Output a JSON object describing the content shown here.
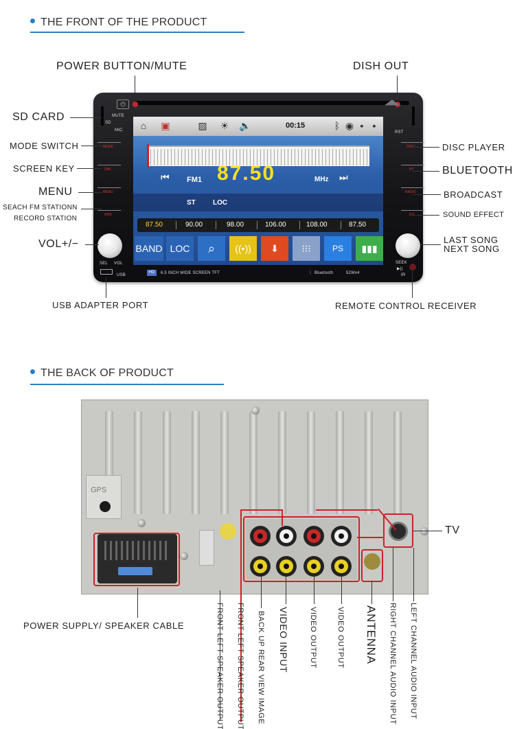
{
  "front": {
    "section_title": "THE FRONT OF THE PRODUCT",
    "labels": {
      "power_button_mute": "POWER BUTTON/MUTE",
      "dish_out": "DISH OUT",
      "sd_card": "SD CARD",
      "mode_switch": "MODE SWITCH",
      "screen_key": "SCREEN KEY",
      "menu": "MENU",
      "search_fm_line1": "SEACH FM STATIONN",
      "search_fm_line2": "RECORD STATION",
      "vol": "VOL+/−",
      "usb_adapter_port": "USB ADAPTER PORT",
      "disc_player": "DISC PLAYER",
      "bluetooth": "BLUETOOTH",
      "broadcast": "BROADCAST",
      "sound_effect": "SOUND EFFECT",
      "last_song": "LAST SONG",
      "next_song": "NEXT SONG",
      "remote_control_receiver": "REMOTE CONTROL RECEIVER"
    },
    "device": {
      "mute": "MUTE",
      "sd": "SD",
      "mic": "MIC",
      "rst": "RST",
      "keys_left": [
        "MODE",
        "DIM",
        "MENU",
        "AMS"
      ],
      "keys_right": [
        "DISC",
        "BT",
        "RADIO",
        "EQ"
      ],
      "sel": "SEL",
      "vol": "VOL",
      "usb": "USB",
      "hd": "HD",
      "screen_desc": "6.5 INCH WIDE SCREEN TFT",
      "bt_label": "Bluetooth",
      "power": "52Wx4",
      "seek": "SEEK",
      "seek_glyph": "▶||",
      "ir": "IR"
    },
    "screen": {
      "time": "00:15",
      "band": "FM1",
      "frequency": "87.50",
      "unit": "MHz",
      "st": "ST",
      "loc": "LOC",
      "presets": [
        "87.50",
        "90.00",
        "98.00",
        "106.00",
        "108.00",
        "87.50"
      ],
      "buttons": {
        "band": "BAND",
        "loc": "LOC",
        "ps": "PS"
      }
    }
  },
  "back": {
    "section_title": "THE BACK OF PRODUCT",
    "gps": "GPS",
    "labels": {
      "tv": "TV",
      "power_supply": "POWER SUPPLY/ SPEAKER CABLE",
      "front_left_output_1": "FRONT LEFT SPEAKER OUTPUT",
      "front_left_output_2": "FRONT LEFT SPEAKER OUTPUT",
      "back_up_rear": "BACK UP REAR VIEW IMAGE",
      "video_input": "VIDEO INPUT",
      "video_output_1": "VIDEO OUTPUT",
      "video_output_2": "VIDEO OUTPUT",
      "antenna": "ANTENNA",
      "right_channel_audio": "RIGHT CHANNEL AUDIO INPUT",
      "left_channel_audio": "LEFT CHANNEL AUDIO INPUT"
    }
  },
  "colors": {
    "accent_blue": "#2a7fc1",
    "callout_red": "#d0202a",
    "freq_yellow": "#ffe020"
  }
}
